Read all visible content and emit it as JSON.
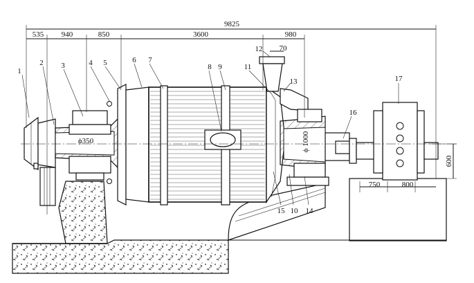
{
  "dimensions": {
    "overall": "9825",
    "seg_535": "535",
    "seg_940": "940",
    "seg_850": "850",
    "seg_3600": "3600",
    "seg_980": "980",
    "seg_70": "70",
    "seg_750": "750",
    "seg_800": "800",
    "seg_600": "600",
    "dia_350": "ϕ350",
    "dia_1000": "ϕ 1000"
  },
  "part_numbers": [
    "1",
    "2",
    "3",
    "4",
    "5",
    "6",
    "7",
    "8",
    "9",
    "11",
    "12",
    "13",
    "16",
    "17",
    "15",
    "10",
    "14"
  ]
}
